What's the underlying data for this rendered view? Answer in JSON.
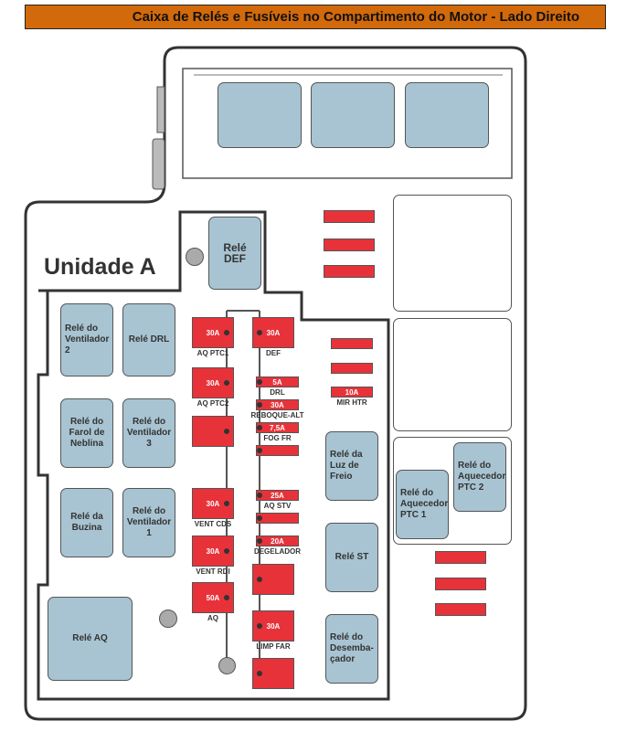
{
  "title": "Caixa de Relés e Fusíveis no Compartimento do Motor - Lado Direito",
  "unit_label": "Unidade A",
  "relays": [
    "Relé DEF",
    "Relé do Ventilador 2",
    "Relé DRL",
    "Relé do Farol de Neblina",
    "Relé do Ventilador 3",
    "Relé da Buzina",
    "Relé do Ventilador 1",
    "Relé AQ",
    "Relé da Luz de Freio",
    "Relé ST",
    "Relé do Desemba-çador",
    "Relé do Aquecedor PTC 1",
    "Relé do Aquecedor PTC 2"
  ],
  "fuses": [
    {
      "rating": "30A",
      "label": "AQ PTC1"
    },
    {
      "rating": "30A",
      "label": "DEF"
    },
    {
      "rating": "30A",
      "label": "AQ PTC2"
    },
    {
      "rating": "",
      "label": ""
    },
    {
      "rating": "30A",
      "label": "VENT CDS"
    },
    {
      "rating": "30A",
      "label": "VENT RDI"
    },
    {
      "rating": "50A",
      "label": "AQ"
    },
    {
      "rating": "",
      "label": ""
    },
    {
      "rating": "30A",
      "label": "LIMP FAR"
    },
    {
      "rating": "",
      "label": ""
    },
    {
      "rating": "5A",
      "label": "DRL"
    },
    {
      "rating": "30A",
      "label": "REBOQUE-ALT"
    },
    {
      "rating": "7,5A",
      "label": "FOG FR"
    },
    {
      "rating": "",
      "label": ""
    },
    {
      "rating": "25A",
      "label": "AQ STV"
    },
    {
      "rating": "",
      "label": ""
    },
    {
      "rating": "20A",
      "label": "DEGELADOR"
    },
    {
      "rating": "",
      "label": ""
    },
    {
      "rating": "",
      "label": ""
    },
    {
      "rating": "",
      "label": ""
    },
    {
      "rating": "",
      "label": ""
    },
    {
      "rating": "",
      "label": ""
    },
    {
      "rating": "10A",
      "label": "MIR HTR"
    },
    {
      "rating": "",
      "label": ""
    },
    {
      "rating": "",
      "label": ""
    },
    {
      "rating": "",
      "label": ""
    }
  ],
  "colors": {
    "header": "#d2690a",
    "fuse": "#e8323a",
    "relay": "#a8c4d2"
  }
}
